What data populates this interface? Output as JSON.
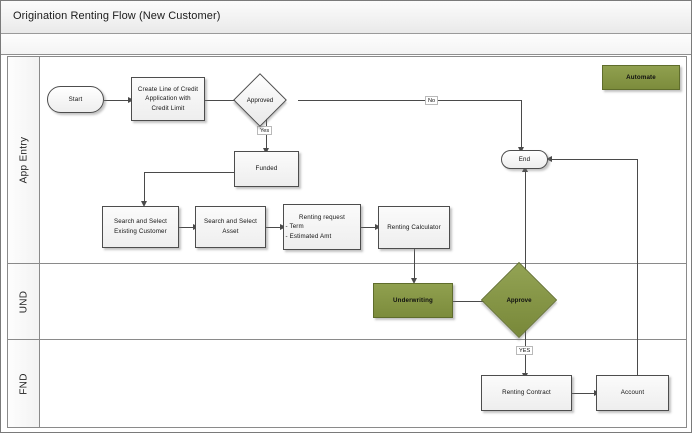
{
  "header": {
    "title": "Origination Renting Flow (New Customer)"
  },
  "legend": {
    "automate_label": "Automate"
  },
  "lanes": [
    {
      "id": "app-entry",
      "label": "App Entry"
    },
    {
      "id": "und",
      "label": "UND"
    },
    {
      "id": "fnd",
      "label": "FND"
    }
  ],
  "nodes": {
    "start": {
      "label": "Start",
      "shape": "terminator"
    },
    "create_loc": {
      "line1": "Create Line of Credit",
      "line2": "Application with",
      "line3": "Credit Limit",
      "shape": "process"
    },
    "approved": {
      "label": "Approved",
      "shape": "decision"
    },
    "funded": {
      "label": "Funded",
      "shape": "process"
    },
    "search_customer": {
      "line1": "Search and Select",
      "line2": "Existing Customer",
      "shape": "process"
    },
    "search_asset": {
      "line1": "Search and Select",
      "line2": "Asset",
      "shape": "process"
    },
    "renting_request": {
      "line1": "Renting request",
      "line2": "- Term",
      "line3": "- Estimated Amt",
      "shape": "process"
    },
    "renting_calculator": {
      "label": "Renting Calculator",
      "shape": "process"
    },
    "underwriting": {
      "label": "Underwriting",
      "shape": "process",
      "fill": "#7c8c3c"
    },
    "approve": {
      "label": "Approve",
      "shape": "decision",
      "fill": "#788839"
    },
    "renting_contract": {
      "label": "Renting Contract",
      "shape": "process"
    },
    "account": {
      "label": "Account",
      "shape": "process"
    },
    "end": {
      "label": "End",
      "shape": "terminator"
    }
  },
  "edge_labels": {
    "approved_no": "No",
    "approved_yes": "Yes",
    "approve_yes": "YES"
  },
  "colors": {
    "automate_green": "#7c8c3c",
    "connector": "#4a4a4a",
    "node_border": "#4d4d4d",
    "lane_border": "#8a8a8a"
  }
}
